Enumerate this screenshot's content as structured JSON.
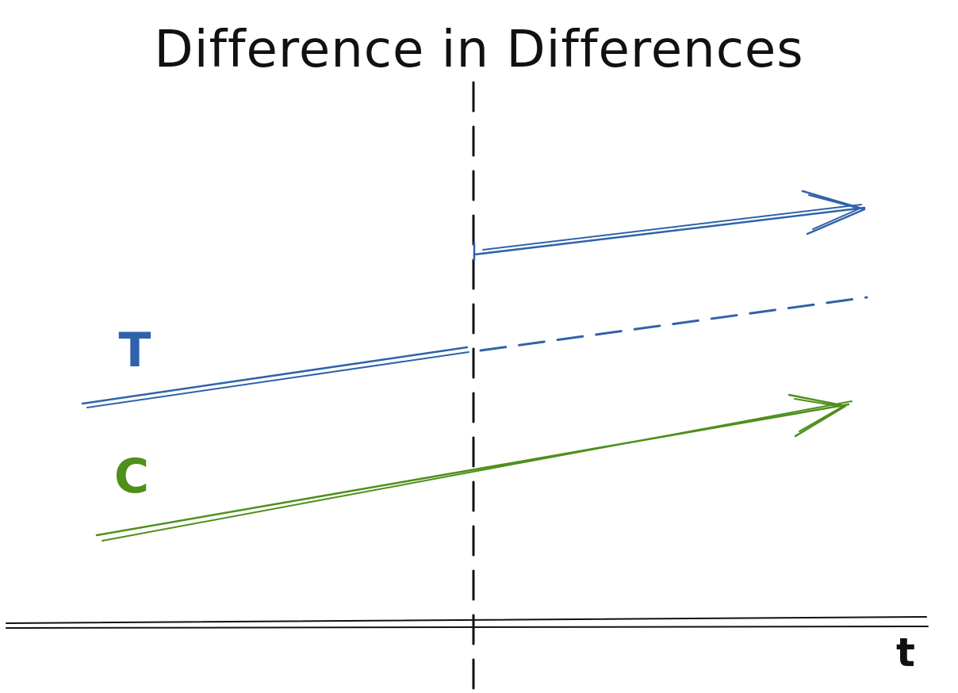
{
  "title": "Difference in Differences",
  "labels": {
    "treatment": "T",
    "control": "C",
    "time_axis": "t"
  },
  "colors": {
    "treatment": "#2f62aa",
    "control": "#4f8f1b",
    "ink": "#111111",
    "background": "#ffffff"
  }
}
